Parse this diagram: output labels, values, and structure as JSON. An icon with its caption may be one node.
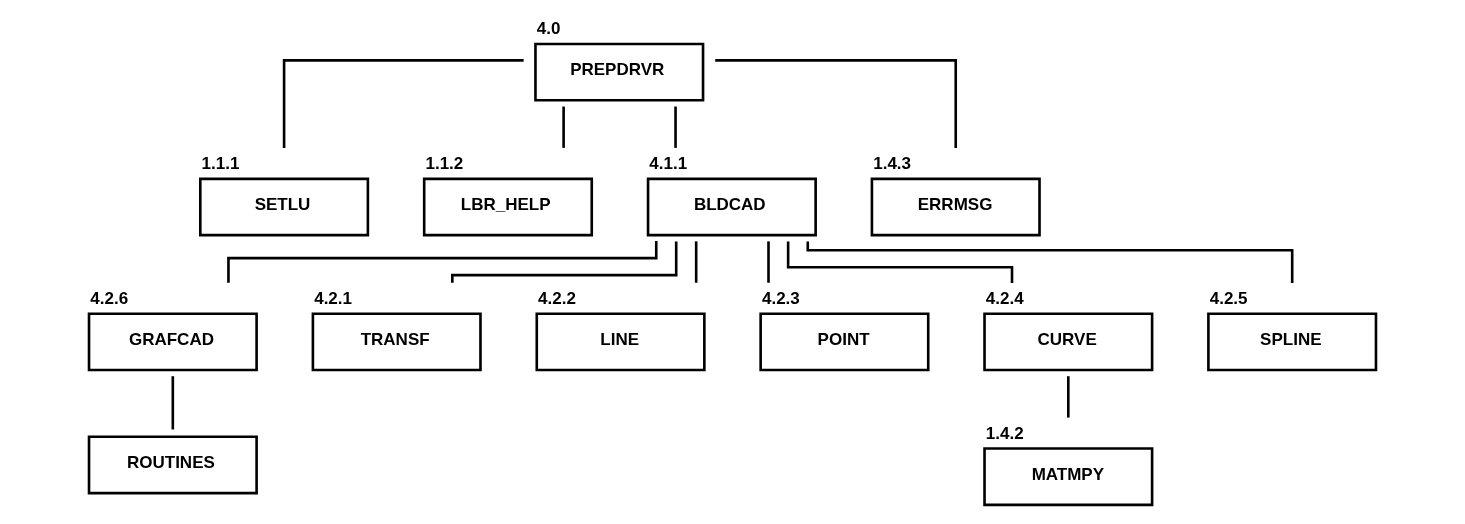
{
  "diagram": {
    "nodes": [
      {
        "text": [
          "PREPDRVR"
        ],
        "beside": [
          "4.0"
        ]
      },
      {
        "text": [
          "SETLU"
        ],
        "beside": [
          "1.1.1"
        ]
      },
      {
        "text": [
          "LBR_HELP"
        ],
        "beside": [
          "1.1.2"
        ]
      },
      {
        "text": [
          "BLDCAD"
        ],
        "beside": [
          "4.1.1"
        ]
      },
      {
        "text": [
          "ERRMSG"
        ],
        "beside": [
          "1.4.3"
        ]
      },
      {
        "text": [
          "GRAFCAD"
        ],
        "beside": [
          "4.2.6"
        ]
      },
      {
        "text": [
          "TRANSF"
        ],
        "beside": [
          "4.2.1"
        ]
      },
      {
        "text": [
          "LINE"
        ],
        "beside": [
          "4.2.2"
        ]
      },
      {
        "text": [
          "POINT"
        ],
        "beside": [
          "4.2.3"
        ]
      },
      {
        "text": [
          "CURVE"
        ],
        "beside": [
          "4.2.4"
        ]
      },
      {
        "text": [
          "SPLINE"
        ],
        "beside": [
          "4.2.5"
        ]
      },
      {
        "text": [
          "ROUTINES"
        ]
      },
      {
        "text": [
          "MATMPY"
        ],
        "beside": [
          "1.4.2"
        ]
      }
    ],
    "edges": [
      {
        "from": 0,
        "to": 1,
        "arrow": "none"
      },
      {
        "from": 0,
        "to": 2,
        "arrow": "none"
      },
      {
        "from": 0,
        "to": 3,
        "arrow": "none"
      },
      {
        "from": 0,
        "to": 4,
        "arrow": "none"
      },
      {
        "from": 3,
        "to": 5,
        "arrow": "none"
      },
      {
        "from": 3,
        "to": 6,
        "arrow": "none"
      },
      {
        "from": 3,
        "to": 7,
        "arrow": "none"
      },
      {
        "from": 3,
        "to": 8,
        "arrow": "none"
      },
      {
        "from": 3,
        "to": 9,
        "arrow": "none"
      },
      {
        "from": 3,
        "to": 10,
        "arrow": "none"
      },
      {
        "from": 5,
        "to": 11,
        "arrow": "none"
      },
      {
        "from": 9,
        "to": 12,
        "arrow": "none"
      }
    ]
  }
}
